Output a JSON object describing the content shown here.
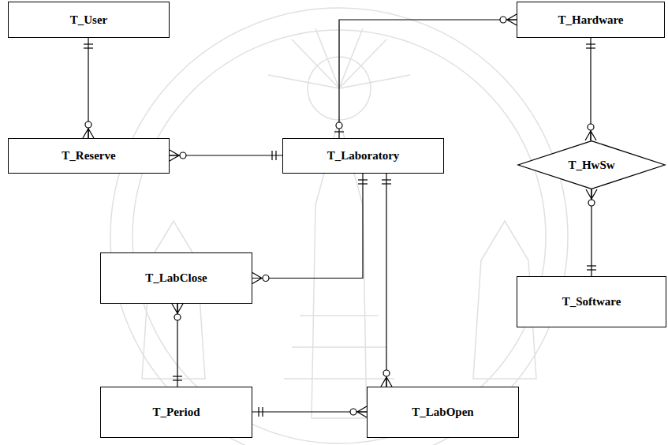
{
  "diagram": {
    "nodes": [
      {
        "text": [
          "T_User"
        ]
      },
      {
        "text": [
          "T_Hardware"
        ]
      },
      {
        "text": [
          "T_Reserve"
        ]
      },
      {
        "text": [
          "T_Laboratory"
        ]
      },
      {
        "text": [
          "T_HwSw"
        ]
      },
      {
        "text": [
          "T_LabClose"
        ]
      },
      {
        "text": [
          "T_Software"
        ]
      },
      {
        "text": [
          "T_Period"
        ]
      },
      {
        "text": [
          "T_LabOpen"
        ]
      }
    ],
    "edges": [
      {
        "from": 0,
        "to": 2,
        "arrow": "both"
      },
      {
        "from": 3,
        "to": 2,
        "arrow": "both"
      },
      {
        "from": 3,
        "to": 1,
        "arrow": "both"
      },
      {
        "from": 1,
        "to": 4,
        "arrow": "both"
      },
      {
        "from": 6,
        "to": 4,
        "arrow": "both"
      },
      {
        "from": 3,
        "to": 5,
        "arrow": "both"
      },
      {
        "from": 3,
        "to": 8,
        "arrow": "both"
      },
      {
        "from": 7,
        "to": 5,
        "arrow": "both"
      },
      {
        "from": 7,
        "to": 8,
        "arrow": "both"
      }
    ]
  }
}
